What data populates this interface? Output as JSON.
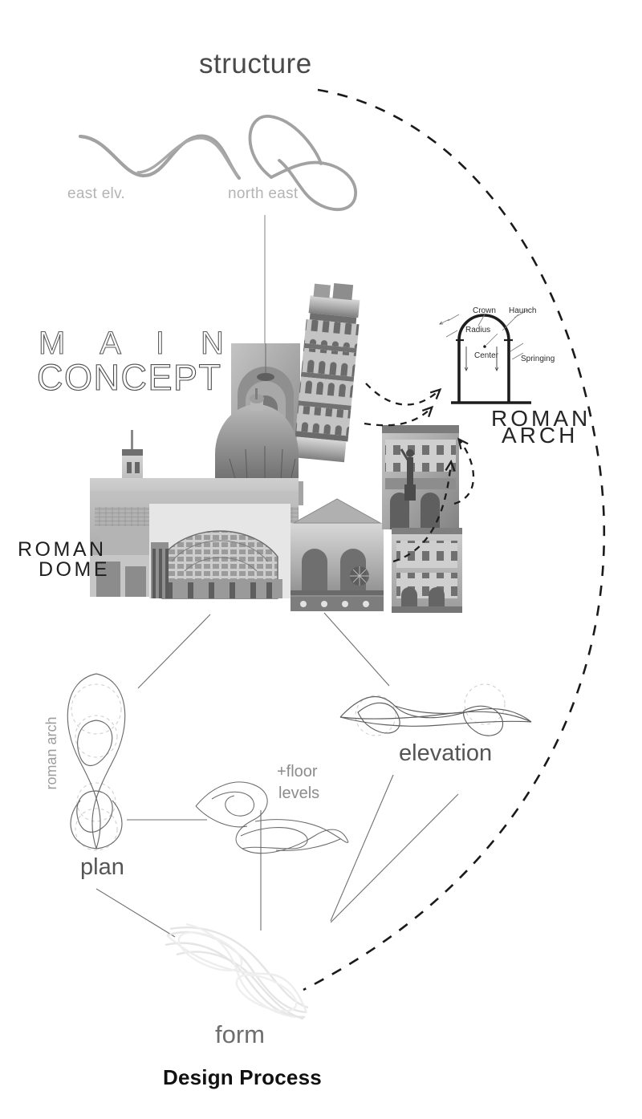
{
  "diagram": {
    "caption": "Design Process",
    "top": {
      "structure_label": "structure",
      "sketches": [
        {
          "label": "east elv.",
          "name": "east-elevation-sketch"
        },
        {
          "label": "north east",
          "name": "north-east-sketch"
        }
      ]
    },
    "concept": {
      "line1": "M A I N",
      "line2": "CONCEPT",
      "roman_arch_line1": "ROMAN",
      "roman_arch_line2": "ARCH",
      "roman_dome_line1": "ROMAN",
      "roman_dome_line2": "DOME"
    },
    "arch_annotations": [
      {
        "label": "Crown"
      },
      {
        "label": "Haunch"
      },
      {
        "label": "Radius"
      },
      {
        "label": "Center"
      },
      {
        "label": "Springing"
      }
    ],
    "collage": {
      "name": "architecture-photo-collage",
      "items": [
        "leaning-tower-of-pisa",
        "florence-duomo-dome",
        "vaulted-nave-interior",
        "pantheon-section",
        "classical-palazzo-facade",
        "arcaded-building-facade",
        "historic-cityscape"
      ]
    },
    "bottom": {
      "roman_arch_vertical": "roman arch",
      "plan_label": "plan",
      "elevation_label": "elevation",
      "floor_levels_line1": "+floor",
      "floor_levels_line2": "levels",
      "form_label": "form"
    },
    "colors": {
      "background": "#ffffff",
      "ink_dark": "#111111",
      "ink_mid": "#555555",
      "ink_light": "#b4b4b4",
      "sketch_gray": "#9a9a9a",
      "dashed_arc": "#1a1a1a"
    }
  }
}
